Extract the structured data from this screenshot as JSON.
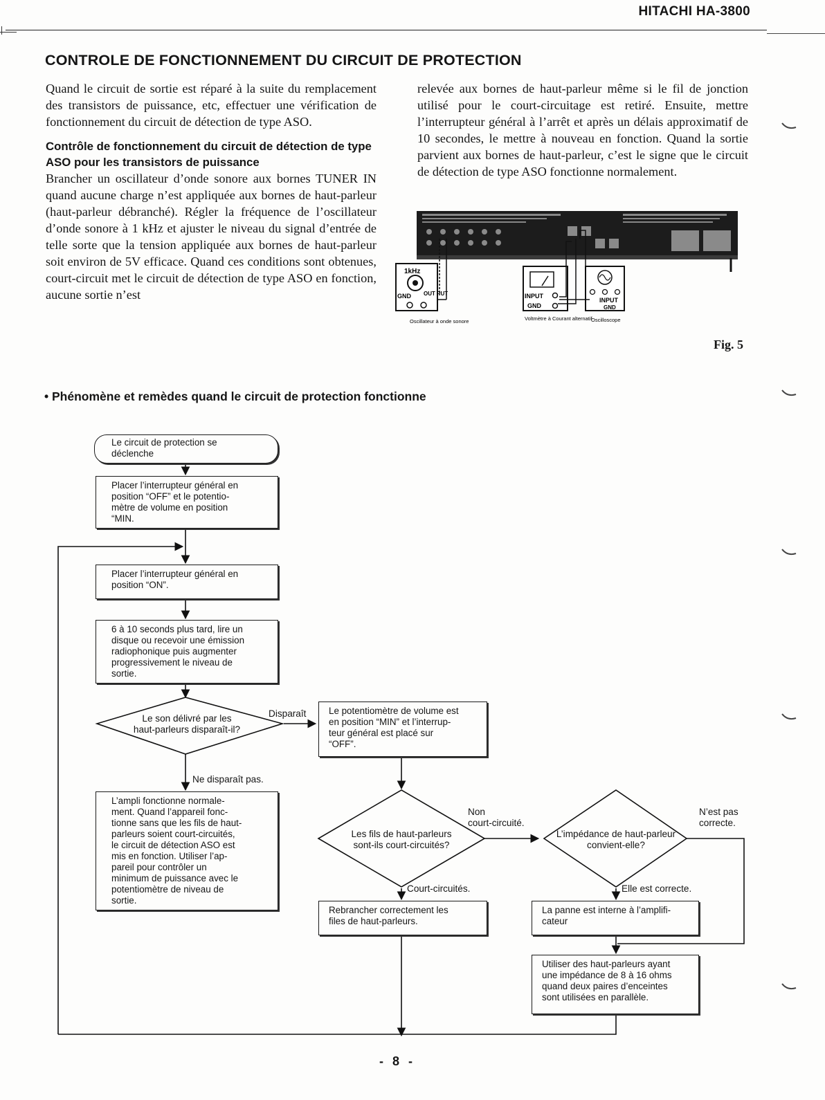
{
  "header": {
    "brand": "HITACHI HA-3800"
  },
  "section_title": "CONTROLE DE FONCTIONNEMENT DU CIRCUIT DE PROTECTION",
  "left_column": {
    "intro": "Quand le circuit de sortie est réparé à la suite du remplacement des transistors de puissance, etc, effectuer une vérification de fonctionnement du circuit de détection de type ASO.",
    "subhead": "Contrôle de fonctionnement du circuit de détection de type ASO pour les transistors de puissance",
    "body": "Brancher un oscillateur d’onde sonore aux bornes TUNER IN quand aucune charge n’est appliquée aux bornes de haut-parleur (haut-parleur débranché). Régler la fréquence de l’oscillateur d’onde sonore à 1 kHz et ajuster le niveau du signal d’entrée de telle sorte que la tension appliquée aux bornes de haut-parleur soit environ de 5V efficace. Quand ces conditions sont obtenues, court-circuit met le circuit de détection de type ASO en fonction, aucune sortie n’est"
  },
  "right_column": {
    "body": "relevée aux bornes de haut-parleur même si le fil de jonction utilisé pour le court-circuitage est retiré. Ensuite, mettre l’interrupteur général à l’arrêt et après un délais approximatif de 10 secondes, le mettre à nouveau en fonction. Quand la sortie parvient aux bornes de haut-parleur, c’est le signe que le circuit de détection de type ASO fonctionne normalement."
  },
  "figure": {
    "label": "Fig. 5",
    "osc_freq": "1kHz",
    "osc_gnd": "GND",
    "osc_out": "OUT PUT",
    "meter_input": "INPUT",
    "meter_gnd": "GND",
    "scope_input": "INPUT",
    "scope_gnd": "GND",
    "caption_osc": "Oscillateur à onde sonore",
    "caption_meter": "Voltmètre à Courant alternatif",
    "caption_scope": "Oscilloscope"
  },
  "bullet_heading": "• Phénomène et remèdes quand le circuit de protection fonctionne",
  "flowchart": {
    "start": [
      "Le circuit de protection se",
      "déclenche"
    ],
    "step1": [
      "Placer l’interrupteur général en",
      "position “OFF” et le potentio-",
      "mètre de volume en position",
      "“MIN."
    ],
    "step2": [
      "Placer l’interrupteur général en",
      "position “ON”."
    ],
    "step3": [
      "6 à 10 seconds plus tard, lire un",
      "disque ou recevoir une émission",
      "radiophonique puis augmenter",
      "progressivement le niveau de",
      "sortie."
    ],
    "decision1": [
      "Le son délivré par les",
      "haut-parleurs disparaît-il?"
    ],
    "d1_yes": "Disparaît",
    "d1_no": "Ne disparaît pas.",
    "vol_box": [
      "Le potentiomètre de volume est",
      "en position “MIN” et l’interrup-",
      "teur général est placé sur",
      "“OFF”."
    ],
    "normal_box": [
      "L’ampli fonctionne normale-",
      "ment. Quand l’appareil fonc-",
      "tionne sans que les fils de haut-",
      "parleurs soient court-circuités,",
      "le circuit de détection ASO est",
      "mis en fonction. Utiliser l’ap-",
      "pareil pour contrôler un",
      "minimum de puissance avec le",
      "potentiomètre de niveau de",
      "sortie."
    ],
    "decision2": [
      "Les fils de haut-parleurs",
      "sont-ils court-circuités?"
    ],
    "d2_no": [
      "Non",
      "court-circuité."
    ],
    "d2_yes": "Court-circuités.",
    "decision3": [
      "L’impédance de haut-parleur",
      "convient-elle?"
    ],
    "d3_no": [
      "N’est pas",
      "correcte."
    ],
    "d3_yes": "Elle est correcte.",
    "reconnect_box": [
      "Rebrancher correctement les",
      "files de haut-parleurs."
    ],
    "internal_box": [
      "La panne est interne à l’amplifi-",
      "cateur"
    ],
    "speaker_box": [
      "Utiliser des haut-parleurs ayant",
      "une impédance de 8 à 16 ohms",
      "quand deux paires d’enceintes",
      "sont utilisées en parallèle."
    ]
  },
  "page_number": "- 8 -"
}
